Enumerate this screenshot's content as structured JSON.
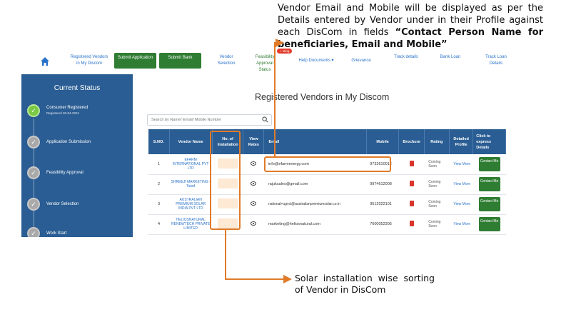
{
  "callouts": {
    "top_plain": "Vendor Email and Mobile will be displayed as per the Details entered by Vendor under in their Profile against each DisCom in fields ",
    "top_bold": "“Contact Person Name for beneficiaries, Email and Mobile”",
    "bottom": "Solar installation wise sorting of Vendor in DisCom"
  },
  "nav": {
    "registered_vendors": "Registered Vendors in My Discom",
    "submit_application": "Submit Application",
    "submit_bank": "Submit Bank",
    "vendor_selection": "Vendor Selection",
    "feasibility": "Feasibility Approval Status",
    "badge": "+ sting",
    "help": "Help Documents ▾",
    "grievance": "Grievance",
    "track_details": "Track details",
    "bank_loan": "Bank Loan",
    "track_loan": "Track Loan Details"
  },
  "sidebar": {
    "title": "Current Status",
    "steps": [
      {
        "label": "Consumer Registered",
        "sub": "Registered 30-04-2024",
        "done": true
      },
      {
        "label": "Application Submission",
        "sub": "",
        "done": false
      },
      {
        "label": "Feasibility Approval",
        "sub": "",
        "done": false
      },
      {
        "label": "Vendor Selection",
        "sub": "",
        "done": false
      },
      {
        "label": "Work Start",
        "sub": "",
        "done": false
      }
    ]
  },
  "main": {
    "title": "Registered Vendors in My Discom",
    "search_placeholder": "Search by Name/ Email/ Mobile Number"
  },
  "table": {
    "headers": [
      "S.NO.",
      "Vendor Name",
      "No. of Installation",
      "View Rates",
      "Email",
      "Mobile",
      "Brochure",
      "Rating",
      "Detailed Profile",
      "Click to express Details"
    ],
    "rows": [
      {
        "sno": "1",
        "vendor": "EFARM INTERNATIONAL PVT LTD",
        "email": "info@efarmenergy.com",
        "mobile": "9733610012",
        "rating": "Coming Soon",
        "profile": "View More",
        "contact": "Contact Me"
      },
      {
        "sno": "2",
        "vendor": "SHREEJI MARKETING - Taiod",
        "email": "rajuksales@gmail.com",
        "mobile": "9974612008",
        "rating": "Coming Soon",
        "profile": "View More",
        "contact": "Contact Me"
      },
      {
        "sno": "3",
        "vendor": "AUSTRALIAN PREMIUM SOLAR INDIA PVT LTD",
        "email": "national+ugvcl@australianpremiumsolar.co.in",
        "mobile": "9512022101",
        "rating": "Coming Soon",
        "profile": "View More",
        "contact": "Contact Me"
      },
      {
        "sno": "4",
        "vendor": "HELIOSNATURAL RENEWTECH PRIVATE LIMITED",
        "email": "marketing@heliosnatural.com",
        "mobile": "7600052305",
        "rating": "Coming Soon",
        "profile": "View More",
        "contact": "Contact Me"
      }
    ]
  },
  "colors": {
    "primary": "#2a5d93",
    "accent_orange": "#e07b2a",
    "button_green": "#2f7d32"
  }
}
